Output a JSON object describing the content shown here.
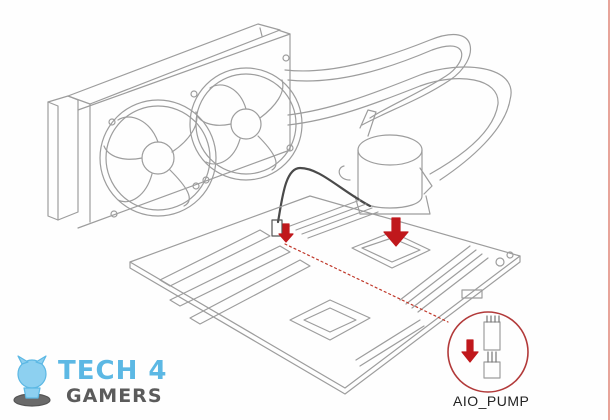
{
  "diagram": {
    "subject": "AIO liquid cooler installation on motherboard",
    "components": [
      {
        "name": "radiator",
        "detail": "240mm radiator with two fans"
      },
      {
        "name": "pump-block",
        "detail": "pump/cold plate lowered onto CPU socket"
      },
      {
        "name": "tubing",
        "detail": "two coolant hoses connecting radiator to pump"
      },
      {
        "name": "motherboard",
        "detail": "ATX motherboard with CPU socket, RAM slots, PCIe slots"
      },
      {
        "name": "pump-cable",
        "detail": "cable from pump to AIO_PUMP header"
      }
    ],
    "callout": {
      "label": "AIO_PUMP",
      "detail": "magnified 4-pin header with down arrow"
    },
    "colors": {
      "line": "#9a9a9a",
      "accent_arrow": "#c0181c",
      "callout_circle": "#b23a3a",
      "dotted_leader": "#c0392b"
    }
  },
  "watermark": {
    "line1": "TECH 4",
    "line2": "GAMERS",
    "colors": {
      "tech": "#5cb8e4",
      "gamers": "#5b5b5b"
    }
  }
}
